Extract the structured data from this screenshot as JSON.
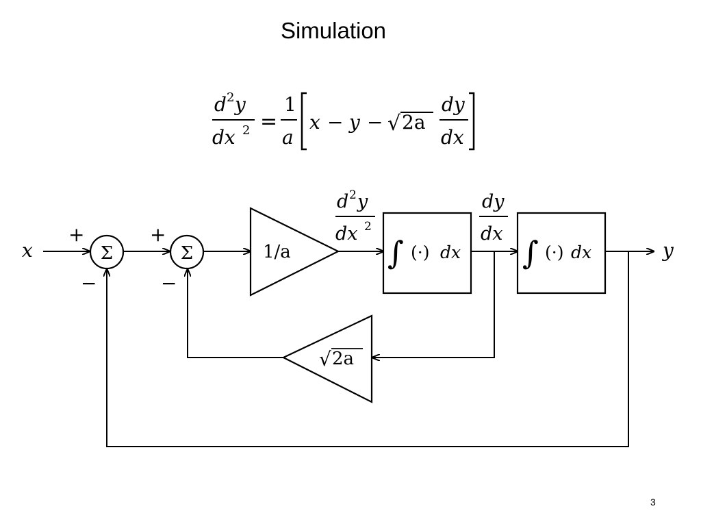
{
  "slide": {
    "title": "Simulation",
    "page_number": "3"
  },
  "equation": {
    "lhs_num_base": "d",
    "lhs_num_exp": "2",
    "lhs_num_var": "y",
    "lhs_den_base": "dx",
    "lhs_den_exp": "2",
    "equals": "=",
    "coef_num": "1",
    "coef_den": "a",
    "term_x": "x",
    "minus_1": "−",
    "term_y": "y",
    "minus_2": "−",
    "radical": "√",
    "radicand": "2a",
    "dy": "dy",
    "dx": "dx"
  },
  "diagram": {
    "input_label": "x",
    "output_label": "y",
    "sum1": {
      "symbol": "Σ",
      "plus": "+",
      "minus": "−"
    },
    "sum2": {
      "symbol": "Σ",
      "plus": "+",
      "minus": "−"
    },
    "gain_forward": "1/a",
    "gain_feedback_radical": "√",
    "gain_feedback_radicand": "2a",
    "signal_d2y": {
      "num_base": "d",
      "num_exp": "2",
      "num_var": "y",
      "den_base": "dx",
      "den_exp": "2"
    },
    "signal_dy": {
      "num": "dy",
      "den": "dx"
    },
    "integrator1": {
      "integral": "∫",
      "operand": "(·)",
      "differential": "dx"
    },
    "integrator2": {
      "integral": "∫",
      "operand": "(·)",
      "differential": "dx"
    }
  }
}
